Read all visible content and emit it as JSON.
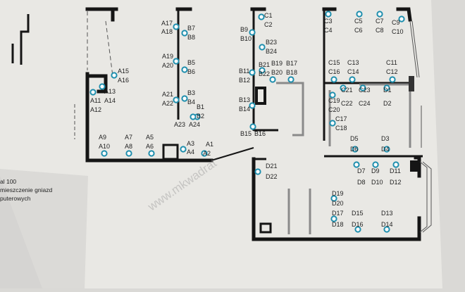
{
  "legend": {
    "line1": "al 100",
    "line2": "mieszczenie gniazd",
    "line3": "puterowych"
  },
  "watermark": "www.mkwadrat",
  "colors": {
    "sheet": "#e9e8e4",
    "wall": "#151515",
    "socket": "#1f8fae",
    "thin_wall": "#8a8a8a",
    "accent_grey": "#555555"
  },
  "sockets": [
    {
      "id": "A1",
      "label": "A1 A2"
    },
    {
      "id": "A3",
      "label": "A3 A4"
    },
    {
      "id": "A5",
      "label": "A5 A6"
    },
    {
      "id": "A7",
      "label": "A7 A8"
    },
    {
      "id": "A9",
      "label": "A9 A10"
    },
    {
      "id": "A11",
      "label": "A11 A12"
    },
    {
      "id": "A13",
      "label": "A13 A14"
    },
    {
      "id": "A15",
      "label": "A15 A16"
    },
    {
      "id": "A17",
      "label": "A17 A18"
    },
    {
      "id": "A19",
      "label": "A19 A20"
    },
    {
      "id": "A21",
      "label": "A21 A22"
    },
    {
      "id": "A23",
      "label": "A23 A24"
    },
    {
      "id": "B1",
      "label": "B1 B2"
    },
    {
      "id": "B3",
      "label": "B3 B4"
    },
    {
      "id": "B5",
      "label": "B5 B6"
    },
    {
      "id": "B7",
      "label": "B7 B8"
    },
    {
      "id": "B9",
      "label": "B9 B10"
    },
    {
      "id": "B11",
      "label": "B11 B12"
    },
    {
      "id": "B13",
      "label": "B13 B14"
    },
    {
      "id": "B15",
      "label": "B15 B16"
    },
    {
      "id": "B17",
      "label": "B17 B18"
    },
    {
      "id": "B19",
      "label": "B19 B20"
    },
    {
      "id": "B21",
      "label": "B21 B22"
    },
    {
      "id": "B23",
      "label": "B23 B24"
    },
    {
      "id": "C1",
      "label": "C1 C2"
    },
    {
      "id": "C3",
      "label": "C3 C4"
    },
    {
      "id": "C5",
      "label": "C5 C6"
    },
    {
      "id": "C7",
      "label": "C7 C8"
    },
    {
      "id": "C9",
      "label": "C9 C10"
    },
    {
      "id": "C11",
      "label": "C11 C12"
    },
    {
      "id": "C13",
      "label": "C13 C14"
    },
    {
      "id": "C15",
      "label": "C15 C16"
    },
    {
      "id": "C17",
      "label": "C17 C18"
    },
    {
      "id": "C19",
      "label": "C19 C20"
    },
    {
      "id": "C21",
      "label": "C21 C22"
    },
    {
      "id": "C23",
      "label": "C23 C24"
    },
    {
      "id": "D1",
      "label": "D1 D2"
    },
    {
      "id": "D3",
      "label": "D3 D4"
    },
    {
      "id": "D5",
      "label": "D5 D6"
    },
    {
      "id": "D7",
      "label": "D7 D8"
    },
    {
      "id": "D9",
      "label": "D9 D10"
    },
    {
      "id": "D11",
      "label": "D11 D12"
    },
    {
      "id": "D13",
      "label": "D13 D14"
    },
    {
      "id": "D15",
      "label": "D15 D16"
    },
    {
      "id": "D17",
      "label": "D17 D18"
    },
    {
      "id": "D19",
      "label": "D19 D20"
    },
    {
      "id": "D21",
      "label": "D21 D22"
    }
  ]
}
